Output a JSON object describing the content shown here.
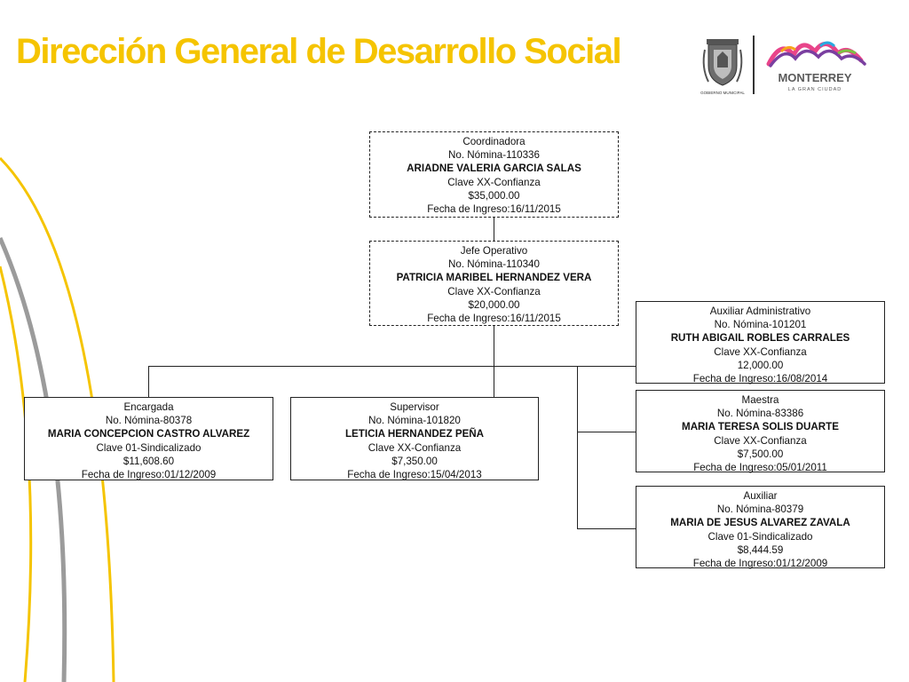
{
  "header": {
    "title": "Dirección General de Desarrollo Social",
    "seal_text": "GOBIERNO MUNICIPAL",
    "brand_name": "MONTERREY",
    "brand_tagline": "LA GRAN CIUDAD"
  },
  "colors": {
    "title": "#f5c400",
    "arc_yellow": "#f5c400",
    "arc_gray": "#9b9b9b",
    "border": "#222222"
  },
  "org": {
    "coordinadora": {
      "role": "Coordinadora",
      "nomina": "No. Nómina-110336",
      "name": "ARIADNE VALERIA GARCIA SALAS",
      "clave": "Clave XX-Confianza",
      "salary": "$35,000.00",
      "fecha": "Fecha de Ingreso:16/11/2015"
    },
    "jefe": {
      "role": "Jefe Operativo",
      "nomina": "No. Nómina-110340",
      "name": "PATRICIA MARIBEL HERNANDEZ VERA",
      "clave": "Clave XX-Confianza",
      "salary": "$20,000.00",
      "fecha": "Fecha de Ingreso:16/11/2015"
    },
    "auxiliar_admin": {
      "role": "Auxiliar Administrativo",
      "nomina": "No. Nómina-101201",
      "name": "RUTH ABIGAIL ROBLES CARRALES",
      "clave": "Clave XX-Confianza",
      "salary": "12,000.00",
      "fecha": "Fecha de Ingreso:16/08/2014"
    },
    "encargada": {
      "role": "Encargada",
      "nomina": "No. Nómina-80378",
      "name": "MARIA CONCEPCION CASTRO ALVAREZ",
      "clave": "Clave 01-Sindicalizado",
      "salary": "$11,608.60",
      "fecha": "Fecha de Ingreso:01/12/2009"
    },
    "supervisor": {
      "role": "Supervisor",
      "nomina": "No. Nómina-101820",
      "name": "LETICIA HERNANDEZ PEÑA",
      "clave": "Clave XX-Confianza",
      "salary": "$7,350.00",
      "fecha": "Fecha de Ingreso:15/04/2013"
    },
    "maestra": {
      "role": "Maestra",
      "nomina": "No. Nómina-83386",
      "name": "MARIA TERESA SOLIS DUARTE",
      "clave": "Clave XX-Confianza",
      "salary": "$7,500.00",
      "fecha": "Fecha de Ingreso:05/01/2011"
    },
    "auxiliar": {
      "role": "Auxiliar",
      "nomina": "No. Nómina-80379",
      "name": "MARIA DE JESUS ALVAREZ ZAVALA",
      "clave": "Clave 01-Sindicalizado",
      "salary": "$8,444.59",
      "fecha": "Fecha de Ingreso:01/12/2009"
    }
  }
}
